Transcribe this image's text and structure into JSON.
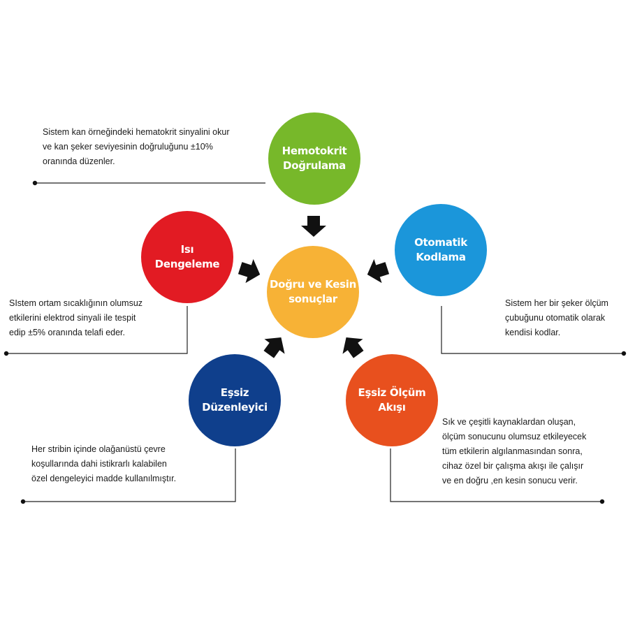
{
  "center": {
    "label": "Doğru ve Kesin\nsonuçlar",
    "color": "#F7B236"
  },
  "nodes": [
    {
      "id": "hematocrit",
      "label": "Hemotokrit\nDoğrulama",
      "color": "#77B82A",
      "description": "Sistem kan örneğindeki  hematokrit sinyalini okur\nve  kan şeker seviyesinin doğruluğunu  ±10%\noranında düzenler."
    },
    {
      "id": "heat",
      "label": "Isı\nDengeleme",
      "color": "#E21B23",
      "description": "SIstem ortam sıcaklığının olumsuz\netkilerini elektrod sinyali ile tespit\nedip  ±5% oranında telafi eder."
    },
    {
      "id": "auto-coding",
      "label": "Otomatik\nKodlama",
      "color": "#1B96DA",
      "description": "Sistem her bir şeker ölçüm\nçubuğunu  otomatik olarak\nkendisi kodlar."
    },
    {
      "id": "regulator",
      "label": "Eşsiz\nDüzenleyici",
      "color": "#0F3F8C",
      "description": "Her stribin içinde olağanüstü çevre\nkoşullarında dahi istikrarlı kalabilen\nözel dengeleyici madde kullanılmıştır."
    },
    {
      "id": "flow",
      "label": "Eşsiz Ölçüm\nAkışı",
      "color": "#E8501E",
      "description": "Sık ve çeşitli kaynaklardan oluşan,\nölçüm sonucunu olumsuz etkileyecek\ntüm etkilerin  algılanmasından sonra,\ncihaz özel  bir çalışma akışı ile çalışır\nve en doğru ,en kesin sonucu verir."
    }
  ],
  "colors": {
    "arrow": "#111111",
    "leader_line": "#222222"
  }
}
